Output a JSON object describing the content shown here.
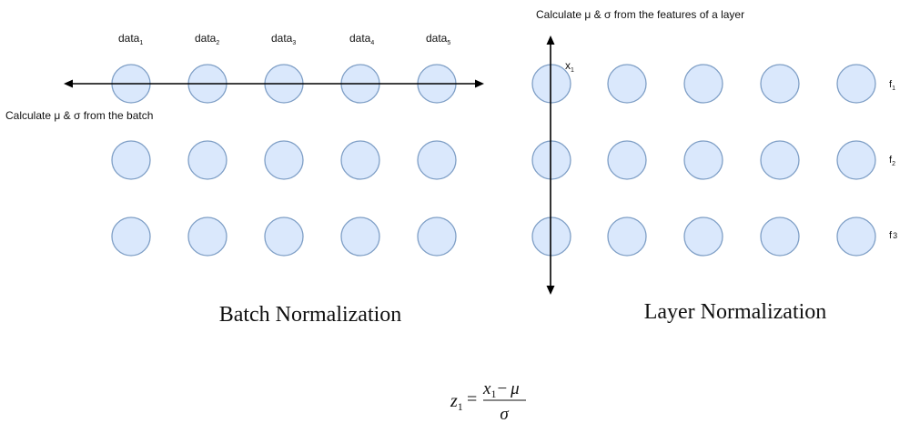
{
  "batch_norm": {
    "title": "Batch Normalization",
    "caption": "Calculate μ & σ from the batch",
    "columns": [
      {
        "base": "data",
        "sub": "1"
      },
      {
        "base": "data",
        "sub": "2"
      },
      {
        "base": "data",
        "sub": "3"
      },
      {
        "base": "data",
        "sub": "4"
      },
      {
        "base": "data",
        "sub": "5"
      }
    ]
  },
  "layer_norm": {
    "title": "Layer Normalization",
    "caption": "Calculate μ & σ from the features of a layer",
    "input_label": {
      "base": "x",
      "sub": "1"
    },
    "rows": [
      {
        "base": "f",
        "sub": "1"
      },
      {
        "base": "f",
        "sub": "2"
      },
      {
        "base": "f",
        "sub": "3"
      }
    ]
  },
  "formula": {
    "lhs": "z",
    "lhs_sub": "1",
    "equals": "=",
    "numerator_var": "x",
    "numerator_sub": "1",
    "minus": "−",
    "mu": "μ",
    "denominator": "σ"
  },
  "colors": {
    "node_fill": "#dae8fc",
    "node_stroke": "#7f9fc6",
    "arrow": "#000000"
  }
}
